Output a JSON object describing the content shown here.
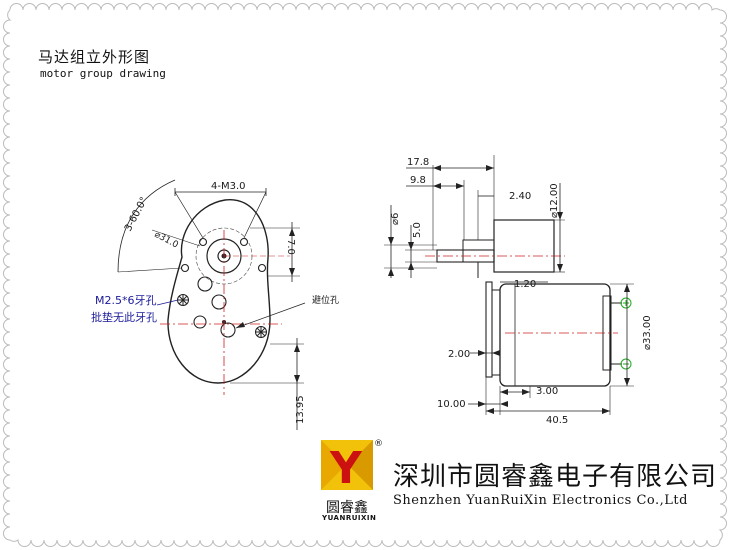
{
  "header": {
    "title_cn": "马达组立外形图",
    "title_en": "motor group drawing"
  },
  "front_view": {
    "dims": {
      "angle": "3-60.0°",
      "holes": "4-M3.0",
      "pcd": "⌀31.0",
      "top": "7.0",
      "height": "13.95"
    },
    "notes": {
      "screw_line1": "M2.5*6牙孔",
      "screw_line2": "批垫无此牙孔",
      "clearance": "避位孔"
    }
  },
  "side_view": {
    "dims": {
      "d17_8": "17.8",
      "d9_8": "9.8",
      "d2_40": "2.40",
      "phi12": "⌀12.00",
      "phi6": "⌀6",
      "d5_0": "5.0",
      "d1_20": "1.20",
      "d2_00": "2.00",
      "phi33": "⌀33.00",
      "d3_00": "3.00",
      "d10_00": "10.00",
      "d40_5": "40.5"
    }
  },
  "company": {
    "name_cn": "深圳市圆睿鑫电子有限公司",
    "name_en": "Shenzhen YuanRuiXin Electronics Co.,Ltd",
    "brand_cn": "圆睿鑫",
    "brand_en": "YUANRUIXIN",
    "logo_letter": "Y",
    "registered": "®"
  },
  "colors": {
    "frame": "#bbbbbb",
    "dimension": "#1a1a1a",
    "centerline": "#cc2222",
    "note_blue": "#1a1a9a",
    "logo_red": "#cc1111",
    "logo_yellow": "#f2c20a",
    "terminal_green": "#22aa22"
  }
}
